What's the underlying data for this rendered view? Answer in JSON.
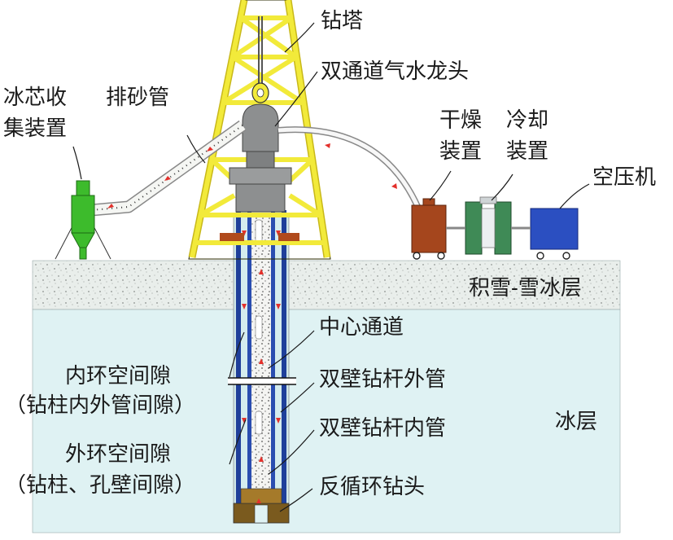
{
  "labels": {
    "drill_tower": "钻塔",
    "swivel": "双通道气水龙头",
    "sand_pipe": "排砂管",
    "core_collector_l1": "冰芯收",
    "core_collector_l2": "集装置",
    "dryer_l1": "干燥",
    "dryer_l2": "装置",
    "cooler_l1": "冷却",
    "cooler_l2": "装置",
    "compressor": "空压机",
    "snow_layer": "积雪-雪冰层",
    "center_channel": "中心通道",
    "inner_annulus_l1": "内环空间隙",
    "inner_annulus_l2": "（钻柱内外管间隙）",
    "outer_tube": "双壁钻杆外管",
    "ice_layer": "冰层",
    "inner_tube": "双壁钻杆内管",
    "outer_annulus_l1": "外环空间隙",
    "outer_annulus_l2": "（钻柱、孔壁间隙）",
    "drill_bit": "反循环钻头"
  },
  "colors": {
    "tower": "#f2ea3a",
    "ice": "#dff2f3",
    "snow": "#e6ebe8",
    "outer_pipe": "#1f3f9a",
    "inner_pipe": "#2a4db0",
    "swivel": "#8d8f90",
    "collector": "#3dbb2c",
    "dryer": "#a5461d",
    "cooler": "#3f8a56",
    "compressor": "#2b4fc1",
    "flow_arrow": "#e3302b"
  }
}
